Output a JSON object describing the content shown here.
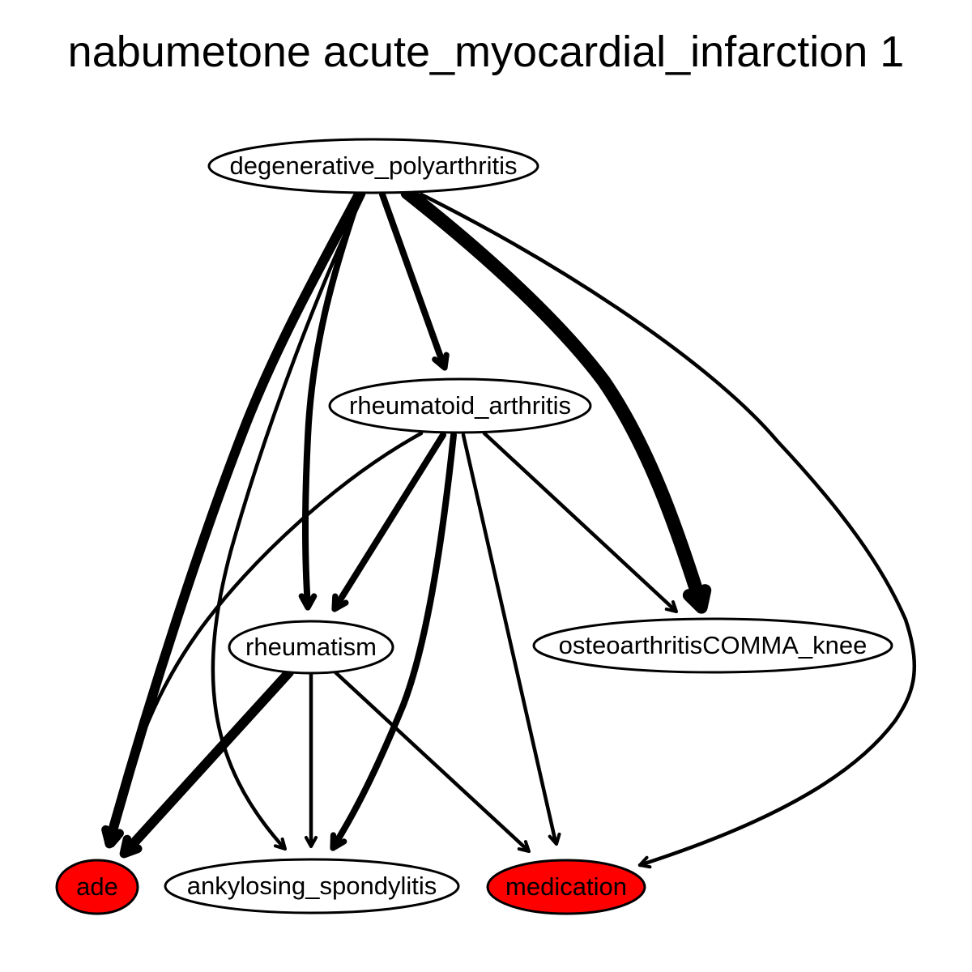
{
  "title": "nabumetone acute_myocardial_infarction 1",
  "colors": {
    "highlight": "#ff0000",
    "normal": "#ffffff",
    "stroke": "#000000"
  },
  "nodes": [
    {
      "id": "degenerative_polyarthritis",
      "label": "degenerative_polyarthritis",
      "highlight": false
    },
    {
      "id": "rheumatoid_arthritis",
      "label": "rheumatoid_arthritis",
      "highlight": false
    },
    {
      "id": "rheumatism",
      "label": "rheumatism",
      "highlight": false
    },
    {
      "id": "osteoarthritisCOMMA_knee",
      "label": "osteoarthritisCOMMA_knee",
      "highlight": false
    },
    {
      "id": "ade",
      "label": "ade",
      "highlight": true
    },
    {
      "id": "ankylosing_spondylitis",
      "label": "ankylosing_spondylitis",
      "highlight": false
    },
    {
      "id": "medication",
      "label": "medication",
      "highlight": true
    }
  ],
  "edges": [
    {
      "from": "degenerative_polyarthritis",
      "to": "ade",
      "weight": "heavy"
    },
    {
      "from": "degenerative_polyarthritis",
      "to": "ankylosing_spondylitis",
      "weight": "light"
    },
    {
      "from": "degenerative_polyarthritis",
      "to": "rheumatism",
      "weight": "medium"
    },
    {
      "from": "degenerative_polyarthritis",
      "to": "rheumatoid_arthritis",
      "weight": "medium"
    },
    {
      "from": "degenerative_polyarthritis",
      "to": "osteoarthritisCOMMA_knee",
      "weight": "heaviest"
    },
    {
      "from": "degenerative_polyarthritis",
      "to": "medication",
      "weight": "light"
    },
    {
      "from": "rheumatoid_arthritis",
      "to": "ade",
      "weight": "light"
    },
    {
      "from": "rheumatoid_arthritis",
      "to": "rheumatism",
      "weight": "medium"
    },
    {
      "from": "rheumatoid_arthritis",
      "to": "ankylosing_spondylitis",
      "weight": "medium"
    },
    {
      "from": "rheumatoid_arthritis",
      "to": "medication",
      "weight": "light"
    },
    {
      "from": "rheumatoid_arthritis",
      "to": "osteoarthritisCOMMA_knee",
      "weight": "light"
    },
    {
      "from": "rheumatism",
      "to": "ade",
      "weight": "heavy"
    },
    {
      "from": "rheumatism",
      "to": "ankylosing_spondylitis",
      "weight": "light"
    },
    {
      "from": "rheumatism",
      "to": "medication",
      "weight": "light"
    }
  ]
}
